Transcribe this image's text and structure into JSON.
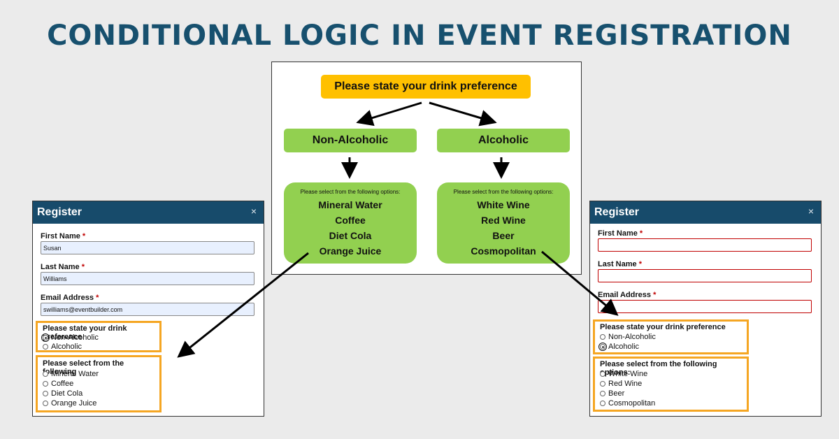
{
  "title": "CONDITIONAL LOGIC IN EVENT REGISTRATION",
  "flow": {
    "root": "Please state your drink preference",
    "categories": [
      {
        "label": "Non-Alcoholic",
        "prompt": "Please select from the following options:",
        "options": [
          "Mineral Water",
          "Coffee",
          "Diet Cola",
          "Orange Juice"
        ]
      },
      {
        "label": "Alcoholic",
        "prompt": "Please select from the following options:",
        "options": [
          "White Wine",
          "Red Wine",
          "Beer",
          "Cosmopolitan"
        ]
      }
    ]
  },
  "modals": [
    {
      "header": "Register",
      "close": "×",
      "fields": [
        {
          "label": "First Name",
          "required": "*",
          "value": "Susan"
        },
        {
          "label": "Last Name",
          "required": "*",
          "value": "Williams"
        },
        {
          "label": "Email Address",
          "required": "*",
          "value": "swilliams@eventbuilder.com"
        }
      ],
      "drink_question": "Please state your drink preference",
      "drink_options": [
        "Non-Alcoholic",
        "Alcoholic"
      ],
      "selected_drink": "Non-Alcoholic",
      "followup_question": "Please select from the following",
      "followup_options": [
        "Mineral Water",
        "Coffee",
        "Diet Cola",
        "Orange Juice"
      ]
    },
    {
      "header": "Register",
      "close": "×",
      "fields": [
        {
          "label": "First Name",
          "required": "*",
          "value": ""
        },
        {
          "label": "Last Name",
          "required": "*",
          "value": ""
        },
        {
          "label": "Email Address",
          "required": "*",
          "value": ""
        }
      ],
      "drink_question": "Please state your drink preference",
      "drink_options": [
        "Non-Alcoholic",
        "Alcoholic"
      ],
      "selected_drink": "Alcoholic",
      "followup_question": "Please select from the following options:",
      "followup_options": [
        "White Wine",
        "Red Wine",
        "Beer",
        "Cosmopolitan"
      ]
    }
  ],
  "colors": {
    "title": "#17506e",
    "root_node": "#ffc000",
    "category_node": "#92d050",
    "modal_header": "#174b6b",
    "highlight": "#f5a623",
    "error_border": "#c00000"
  }
}
